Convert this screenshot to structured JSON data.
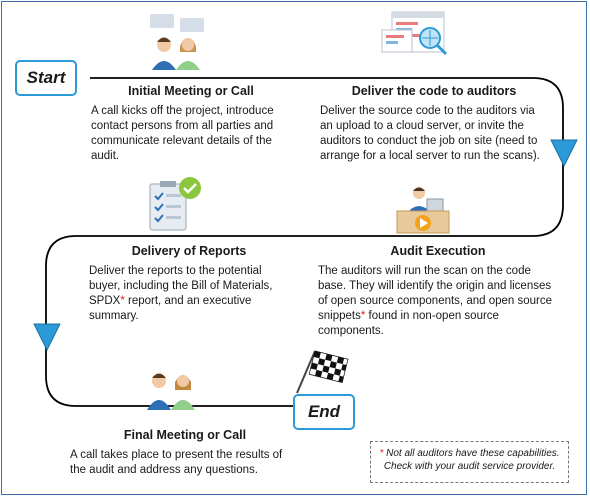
{
  "badges": {
    "start": "Start",
    "end": "End"
  },
  "steps": [
    {
      "title": "Initial Meeting or Call",
      "desc": "A call kicks off the project, introduce contact persons from all parties and communicate relevant details of the audit."
    },
    {
      "title": "Deliver the code to auditors",
      "desc": "Deliver the source code to the auditors via an upload to a cloud server, or invite the auditors to conduct the job on site (need to arrange for a local server to run the scans)."
    },
    {
      "title": "Audit Execution",
      "desc_before": "The auditors will run the scan on the code base. They will identify the origin and licenses of open source components, and open source snippets",
      "asterisk": "*",
      "desc_after": " found in non-open source components."
    },
    {
      "title": "Delivery of Reports",
      "desc_before": "Deliver the reports to the potential buyer, including the Bill of Materials, SPDX",
      "asterisk": "*",
      "desc_after": " report, and an executive summary."
    },
    {
      "title": "Final Meeting or Call",
      "desc": "A call takes place to present the results of the audit and address any questions."
    }
  ],
  "footnote": {
    "asterisk": "*",
    "line1": " Not all auditors have these capabilities.",
    "line2": "Check with your audit service provider."
  },
  "colors": {
    "path": "#000000",
    "arrow": "#2c9ad6",
    "badge_border": "#2c9ad6",
    "asterisk": "#e0202a",
    "frame": "#3a6fa8"
  },
  "icons": [
    "meeting-people-icon",
    "code-screen-icon",
    "report-checklist-icon",
    "auditor-desk-icon",
    "checkered-flag-icon"
  ]
}
